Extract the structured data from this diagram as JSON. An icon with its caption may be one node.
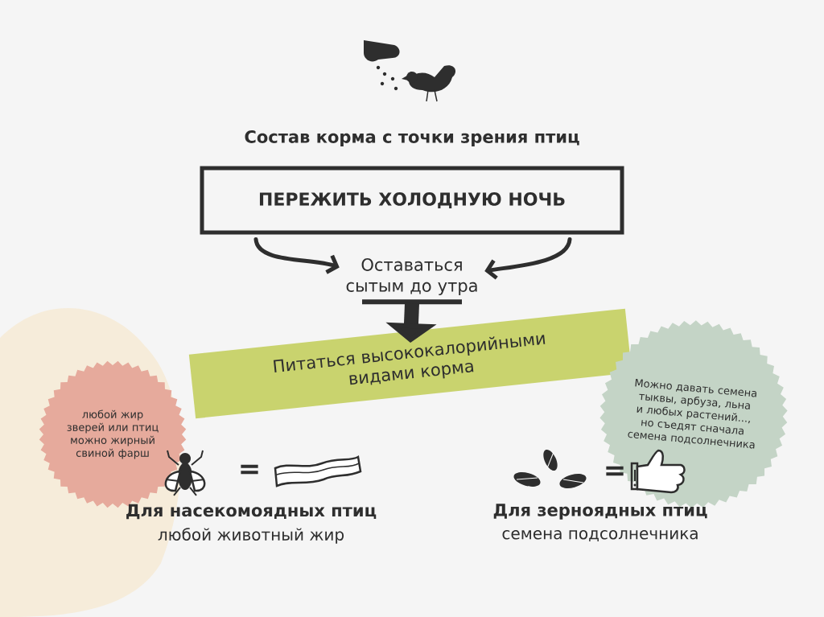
{
  "diagram": {
    "title": "Состав корма с точки зрения птиц",
    "nodes": [
      {
        "text": [
          "ПЕРЕЖИТЬ ХОЛОДНУЮ НОЧЬ"
        ]
      },
      {
        "text": [
          "Оставаться сытым до утра"
        ]
      },
      {
        "text": [
          "Питаться высококалорийными видами корма"
        ]
      },
      {
        "text": [
          "любой жир зверей или птиц можно жирный свиной фарш"
        ]
      },
      {
        "text": [
          "Можно давать семена тыквы, арбуза, льна и любых растений..., но съедят сначала семена подсолнечника"
        ]
      }
    ],
    "edges": [
      {
        "from": 0,
        "to": 1,
        "arrow": "to"
      },
      {
        "from": 0,
        "to": 1,
        "arrow": "to"
      },
      {
        "from": 1,
        "to": 2,
        "arrow": "to",
        "style": "thick"
      }
    ],
    "labels": [
      "=",
      "=",
      "Для насекомоядных птиц",
      "Для зерноядных птиц",
      "любой животный жир",
      "семена подсолнечника"
    ]
  }
}
